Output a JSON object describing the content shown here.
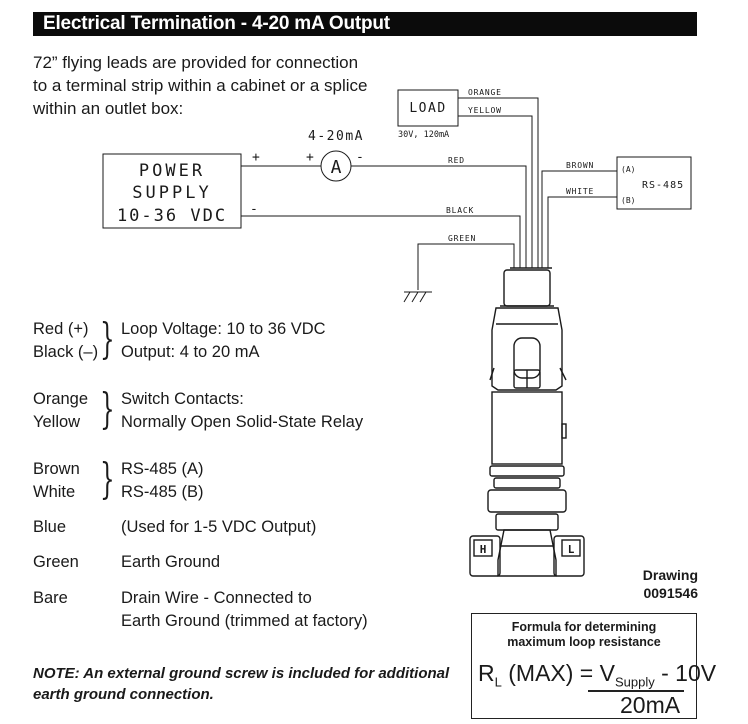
{
  "header": {
    "title": "Electrical Termination - 4-20 mA Output"
  },
  "intro": {
    "lines": [
      "72” flying leads are provided for connection",
      "to a terminal strip within a cabinet or a splice",
      "within an outlet box:"
    ]
  },
  "diagram": {
    "power_supply": [
      "POWER",
      "SUPPLY",
      "10-36 VDC"
    ],
    "power_plus": "+",
    "power_minus": "-",
    "meter_label": "4-20mA",
    "meter_symbol": "A",
    "meter_plus": "+",
    "meter_minus": "-",
    "load_label": "LOAD",
    "load_rating": "30V, 120mA",
    "rs485_label": "RS-485",
    "rs485_a": "(A)",
    "rs485_b": "(B)",
    "wires": {
      "orange": "ORANGE",
      "yellow": "YELLOW",
      "red": "RED",
      "black": "BLACK",
      "green": "GREEN",
      "brown": "BROWN",
      "white": "WHITE"
    },
    "port_h": "H",
    "port_l": "L"
  },
  "legend": {
    "groups": [
      {
        "wires": [
          "Red (+)",
          "Black (–)"
        ],
        "desc": [
          "Loop Voltage: 10 to 36 VDC",
          "Output: 4 to 20 mA"
        ]
      },
      {
        "wires": [
          "Orange",
          "Yellow"
        ],
        "desc": [
          "Switch Contacts:",
          "Normally Open Solid-State Relay"
        ]
      },
      {
        "wires": [
          "Brown",
          "White"
        ],
        "desc": [
          "RS-485 (A)",
          "RS-485 (B)"
        ]
      }
    ],
    "singles": [
      {
        "wire": "Blue",
        "desc": [
          "(Used for 1-5 VDC Output)"
        ]
      },
      {
        "wire": "Green",
        "desc": [
          "Earth Ground"
        ]
      },
      {
        "wire": "Bare",
        "desc": [
          "Drain Wire - Connected to",
          "Earth Ground (trimmed at factory)"
        ]
      }
    ]
  },
  "note": {
    "lines": [
      "NOTE: An external ground screw is included for additional",
      "earth ground connection."
    ]
  },
  "drawing": {
    "label": "Drawing",
    "number": "0091546"
  },
  "formula": {
    "title_lines": [
      "Formula for determining",
      "maximum loop resistance"
    ],
    "lhs": "R",
    "lhs_sub": "L",
    "lhs_rest": " (MAX) = ",
    "num": "V",
    "num_sub": "Supply",
    "num_rest": " - 10V",
    "den": "20mA"
  },
  "colors": {
    "header_bg": "#0b0b0b",
    "header_text": "#ffffff",
    "line": "#1a1a1a"
  }
}
